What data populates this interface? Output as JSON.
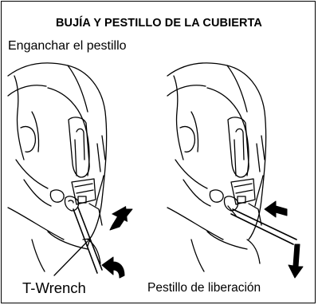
{
  "page": {
    "title": "BUJÍA Y PESTILLO DE LA CUBIERTA",
    "subtitle": "Enganchar el pestillo"
  },
  "figures": [
    {
      "label": "T-Wrench",
      "icons": [
        "engine-cover-illustration",
        "t-wrench-tool",
        "arrow-up-icon",
        "arrow-curve-left-icon",
        "leader-line"
      ]
    },
    {
      "label": "Pestillo de liberación",
      "icons": [
        "engine-cover-illustration",
        "release-latch-tool",
        "arrow-left-icon",
        "arrow-down-icon"
      ]
    }
  ]
}
